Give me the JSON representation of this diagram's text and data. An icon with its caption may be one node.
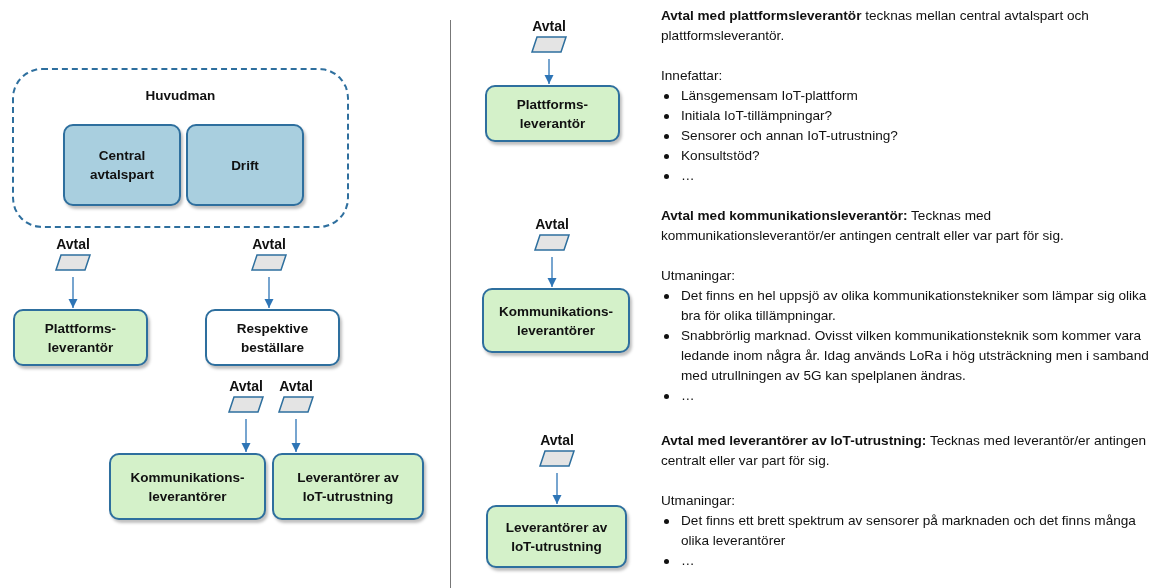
{
  "diagram": {
    "nodes": [
      {
        "text": [
          "Huvudman"
        ]
      },
      {
        "text": [
          "Central avtalspart"
        ],
        "in": 0
      },
      {
        "text": [
          "Drift"
        ],
        "in": 0
      },
      {
        "text": [
          "Avtal"
        ]
      },
      {
        "text": [
          "Plattforms- leverantör"
        ]
      },
      {
        "text": [
          "Avtal"
        ]
      },
      {
        "text": [
          "Respektive beställare"
        ]
      },
      {
        "text": [
          "Avtal"
        ]
      },
      {
        "text": [
          "Avtal"
        ]
      },
      {
        "text": [
          "Kommunikations- leverantörer"
        ]
      },
      {
        "text": [
          "Leverantörer av IoT-utrustning"
        ]
      },
      {
        "text": [
          "Avtal"
        ]
      },
      {
        "text": [
          "Plattforms- leverantör"
        ]
      },
      {
        "text": [
          "Avtal"
        ]
      },
      {
        "text": [
          "Kommunikations- leverantörer"
        ]
      },
      {
        "text": [
          "Avtal"
        ]
      },
      {
        "text": [
          "Leverantörer av IoT-utrustning"
        ]
      }
    ],
    "edges": [
      {
        "from": 3,
        "to": 4,
        "arrow": "to"
      },
      {
        "from": 5,
        "to": 6,
        "arrow": "to"
      },
      {
        "from": 7,
        "to": 9,
        "arrow": "to"
      },
      {
        "from": 8,
        "to": 10,
        "arrow": "to"
      },
      {
        "from": 11,
        "to": 12,
        "arrow": "to"
      },
      {
        "from": 13,
        "to": 14,
        "arrow": "to"
      },
      {
        "from": 15,
        "to": 16,
        "arrow": "to"
      }
    ],
    "labels": [
      "**Avtal med plattformsleverantör** tecknas mellan central avtalspart och plattformsleverantör.",
      "Innefattar:",
      "Länsgemensam IoT-plattform",
      "Initiala IoT-tillämpningar?",
      "Sensorer och annan IoT-utrustning?",
      "Konsultstöd?",
      "…",
      "**Avtal med kommunikationsleverantör:** Tecknas med kommunikationsleverantör/er antingen centralt eller var part för sig.",
      "Utmaningar:",
      "Det finns en hel uppsjö av olika kommunikationstekniker som lämpar sig olika bra för olika tillämpningar.",
      "Snabbrörlig marknad. Ovisst vilken kommunikationsteknik som kommer vara ledande inom några år. Idag används LoRa i hög utsträckning men i samband med utrullningen av 5G kan spelplanen ändras.",
      "…",
      "**Avtal med leverantörer av IoT-utrustning:** Tecknas med leverantör/er antingen centralt eller var part för sig.",
      "Utmaningar:",
      "Det finns ett brett spektrum av sensorer på marknaden och det finns många olika leverantörer",
      "…"
    ]
  }
}
